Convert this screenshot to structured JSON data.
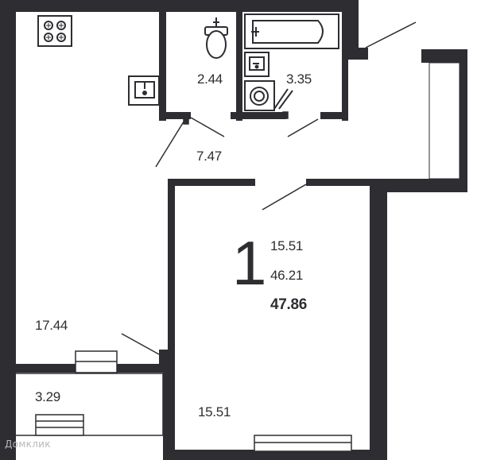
{
  "rooms": {
    "kitchen": "17.44",
    "toilet": "2.44",
    "bathroom": "3.35",
    "hall": "7.47",
    "balcony": "3.29",
    "bedroom": "15.51"
  },
  "summary": {
    "rooms_count": "1",
    "living_area": "15.51",
    "total_area": "46.21",
    "total_with_balcony": "47.86"
  },
  "watermark": "Домклик",
  "colors": {
    "wall": "#2e2d32",
    "background": "#ffffff"
  },
  "icons": [
    "stove-icon",
    "sink-icon",
    "toilet-icon",
    "bathtub-icon",
    "washbasin-icon",
    "washing-machine-icon"
  ]
}
